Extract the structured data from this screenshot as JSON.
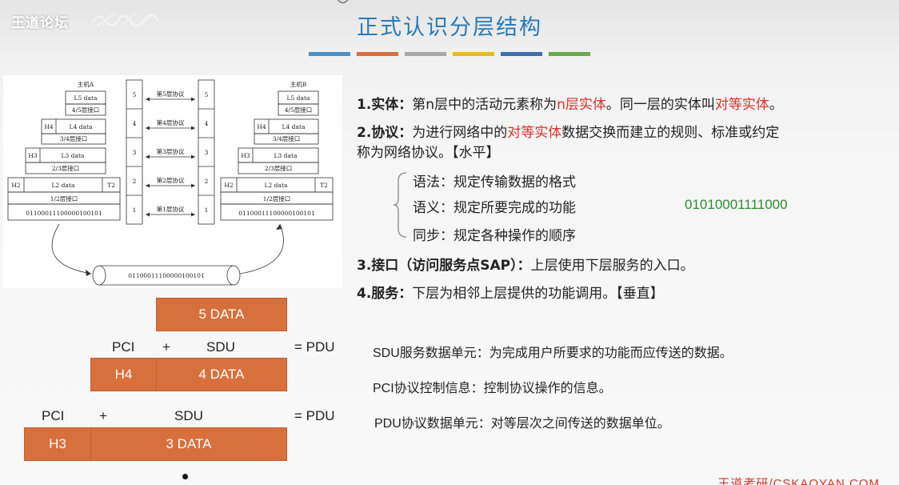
{
  "header": {
    "logo": "王道论坛",
    "title": "正式认识分层结构",
    "bar_colors": [
      "#4a90c8",
      "#d8703d",
      "#a8a8a8",
      "#e8b830",
      "#3a6fb0",
      "#6aac48"
    ]
  },
  "diagram": {
    "host_a": "主机A",
    "host_b": "主机B",
    "layer_a": {
      "l5": "L5 data",
      "i45": "4/5层接口",
      "h4": "H4",
      "l4": "L4 data",
      "i34": "3/4层接口",
      "h3": "H3",
      "l3": "L3 data",
      "i23": "2/3层接口",
      "h2": "H2",
      "l2": "L2 data",
      "t2": "T2",
      "i12": "1/2层接口",
      "bits": "01100011100000100101"
    },
    "layer_b": {
      "l5": "L5 data",
      "i45": "4/5层接口",
      "h4": "H4",
      "l4": "L4 data",
      "i34": "3/4层接口",
      "h3": "H3",
      "l3": "L3 data",
      "i23": "2/3层接口",
      "h2": "H2",
      "l2": "L2 data",
      "t2": "T2",
      "i12": "1/2层接口",
      "bits": "01100011100000100101"
    },
    "numbers": [
      "5",
      "4",
      "3",
      "2",
      "1"
    ],
    "protocols": [
      "第5层协议",
      "第4层协议",
      "第3层协议",
      "第2层协议",
      "第1层协议"
    ],
    "medium_bits": "01100011100000100101"
  },
  "text": {
    "p1_head": "1.实体：",
    "p1_a": "第n层中的活动元素称为",
    "p1_red1": "n层实体",
    "p1_b": "。同一层的实体叫",
    "p1_red2": "对等实体",
    "p1_c": "。",
    "p2_head": "2.协议：",
    "p2_a": "为进行网络中的",
    "p2_red": "对等实体",
    "p2_b": "数据交换而建立的规则、标准或约定",
    "p2_line2": "称为网络协议。【水平】",
    "syntax": "语法：规定传输数据的格式",
    "semantics": "语义：规定所要完成的功能",
    "sync": "同步：规定各种操作的顺序",
    "binary": "01010001111000",
    "p3_head": "3.接口（访问服务点SAP）：",
    "p3_body": "上层使用下层服务的入口。",
    "p4_head": "4.服务：",
    "p4_body": "下层为相邻上层提供的功能调用。【垂直】"
  },
  "pdu": {
    "box5": "5 DATA",
    "row1": {
      "pci": "PCI",
      "plus": "+",
      "sdu": "SDU",
      "eq": "= PDU"
    },
    "h4": "H4",
    "box4": "4 DATA",
    "row2": {
      "pci": "PCI",
      "plus": "+",
      "sdu": "SDU",
      "eq": "= PDU"
    },
    "h3": "H3",
    "box3": "3 DATA"
  },
  "defs": {
    "sdu_en": "SDU",
    "sdu": "服务数据单元：为完成用户所要求的功能而应传送的数据。",
    "pci_en": "PCI",
    "pci": "协议控制信息：控制协议操作的信息。",
    "pdu_en": "PDU",
    "pdu": "协议数据单元：对等层次之间传送的数据单位。"
  },
  "footer": "王道考研/CSKAOYAN.COM"
}
